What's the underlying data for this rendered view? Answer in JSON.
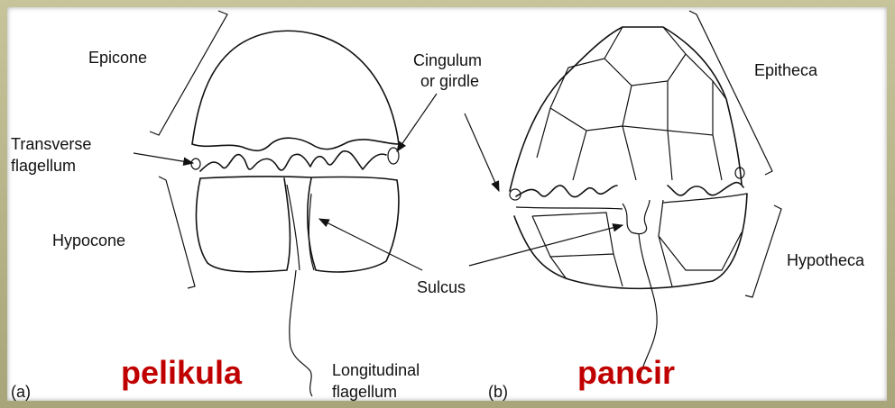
{
  "labels": {
    "epicone": "Epicone",
    "transverse_line1": "Transverse",
    "transverse_line2": "flagellum",
    "hypocone": "Hypocone",
    "cingulum_line1": "Cingulum",
    "cingulum_line2": "or girdle",
    "sulcus": "Sulcus",
    "epitheca": "Epitheca",
    "hypotheca": "Hypotheca",
    "longitudinal_line1": "Longitudinal",
    "longitudinal_line2": "flagellum",
    "panel_a": "(a)",
    "panel_b": "(b)"
  },
  "captions": {
    "left": "pelikula",
    "right": "pancir"
  },
  "colors": {
    "caption": "#c00000",
    "frame": "#b8b48a"
  }
}
